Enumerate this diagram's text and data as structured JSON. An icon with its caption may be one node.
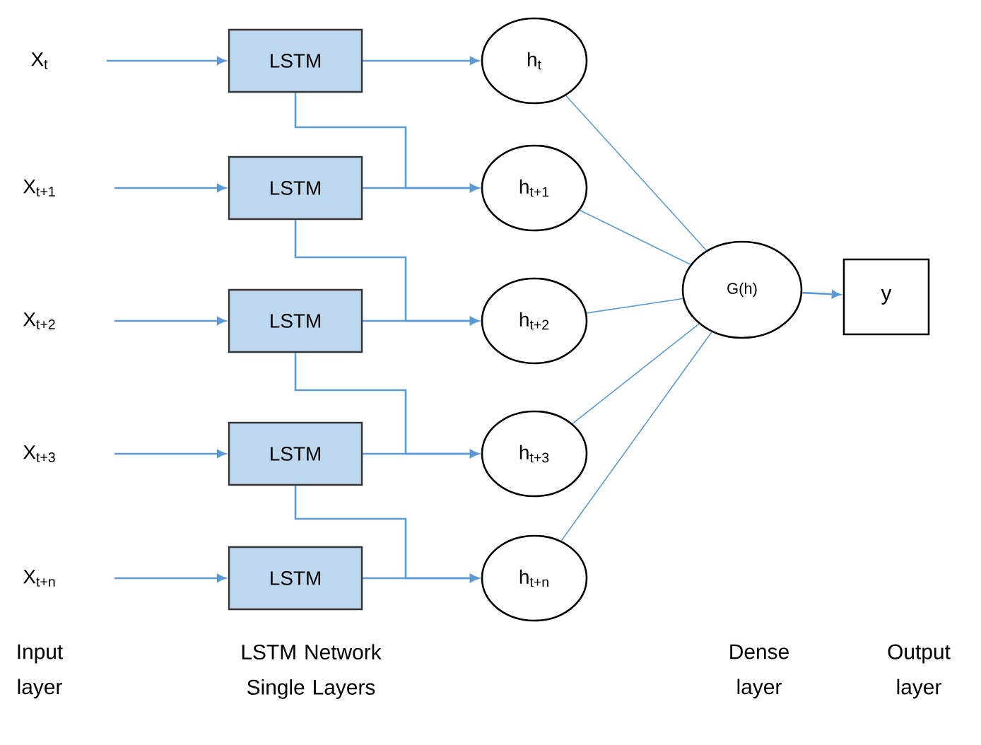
{
  "diagram": {
    "nodes": [
      {
        "text": [
          "X$_{t}$"
        ]
      },
      {
        "text": [
          "X$_{t+1}$"
        ]
      },
      {
        "text": [
          "X$_{t+2}$"
        ]
      },
      {
        "text": [
          "X$_{t+3}$"
        ]
      },
      {
        "text": [
          "X$_{t+n}$"
        ]
      },
      {
        "text": [
          "LSTM"
        ]
      },
      {
        "text": [
          "LSTM"
        ]
      },
      {
        "text": [
          "LSTM"
        ]
      },
      {
        "text": [
          "LSTM"
        ]
      },
      {
        "text": [
          "LSTM"
        ]
      },
      {
        "text": [
          "h$_{t}$"
        ]
      },
      {
        "text": [
          "h$_{t+1}$"
        ]
      },
      {
        "text": [
          "h$_{t+2}$"
        ]
      },
      {
        "text": [
          "h$_{t+3}$"
        ]
      },
      {
        "text": [
          "h$_{t+n}$"
        ]
      },
      {
        "text": [
          "G(h)"
        ]
      },
      {
        "text": [
          "y"
        ]
      }
    ],
    "edges": [
      {
        "from": 0,
        "to": 5,
        "arrow": "to"
      },
      {
        "from": 1,
        "to": 6,
        "arrow": "to"
      },
      {
        "from": 2,
        "to": 7,
        "arrow": "to"
      },
      {
        "from": 3,
        "to": 8,
        "arrow": "to"
      },
      {
        "from": 4,
        "to": 9,
        "arrow": "to"
      },
      {
        "from": 5,
        "to": 10,
        "arrow": "to"
      },
      {
        "from": 6,
        "to": 11,
        "arrow": "to"
      },
      {
        "from": 7,
        "to": 12,
        "arrow": "to"
      },
      {
        "from": 8,
        "to": 13,
        "arrow": "to"
      },
      {
        "from": 9,
        "to": 14,
        "arrow": "to"
      },
      {
        "from": 5,
        "to": 11,
        "arrow": "to"
      },
      {
        "from": 6,
        "to": 12,
        "arrow": "to"
      },
      {
        "from": 7,
        "to": 13,
        "arrow": "to"
      },
      {
        "from": 8,
        "to": 14,
        "arrow": "to"
      },
      {
        "from": 10,
        "to": 15,
        "arrow": "none"
      },
      {
        "from": 11,
        "to": 15,
        "arrow": "none"
      },
      {
        "from": 12,
        "to": 15,
        "arrow": "none"
      },
      {
        "from": 13,
        "to": 15,
        "arrow": "none"
      },
      {
        "from": 14,
        "to": 15,
        "arrow": "none"
      },
      {
        "from": 15,
        "to": 16,
        "arrow": "to"
      }
    ],
    "labels": [
      "Input layer",
      "LSTM Network Single Layers",
      "Dense layer",
      "Output layer"
    ]
  }
}
